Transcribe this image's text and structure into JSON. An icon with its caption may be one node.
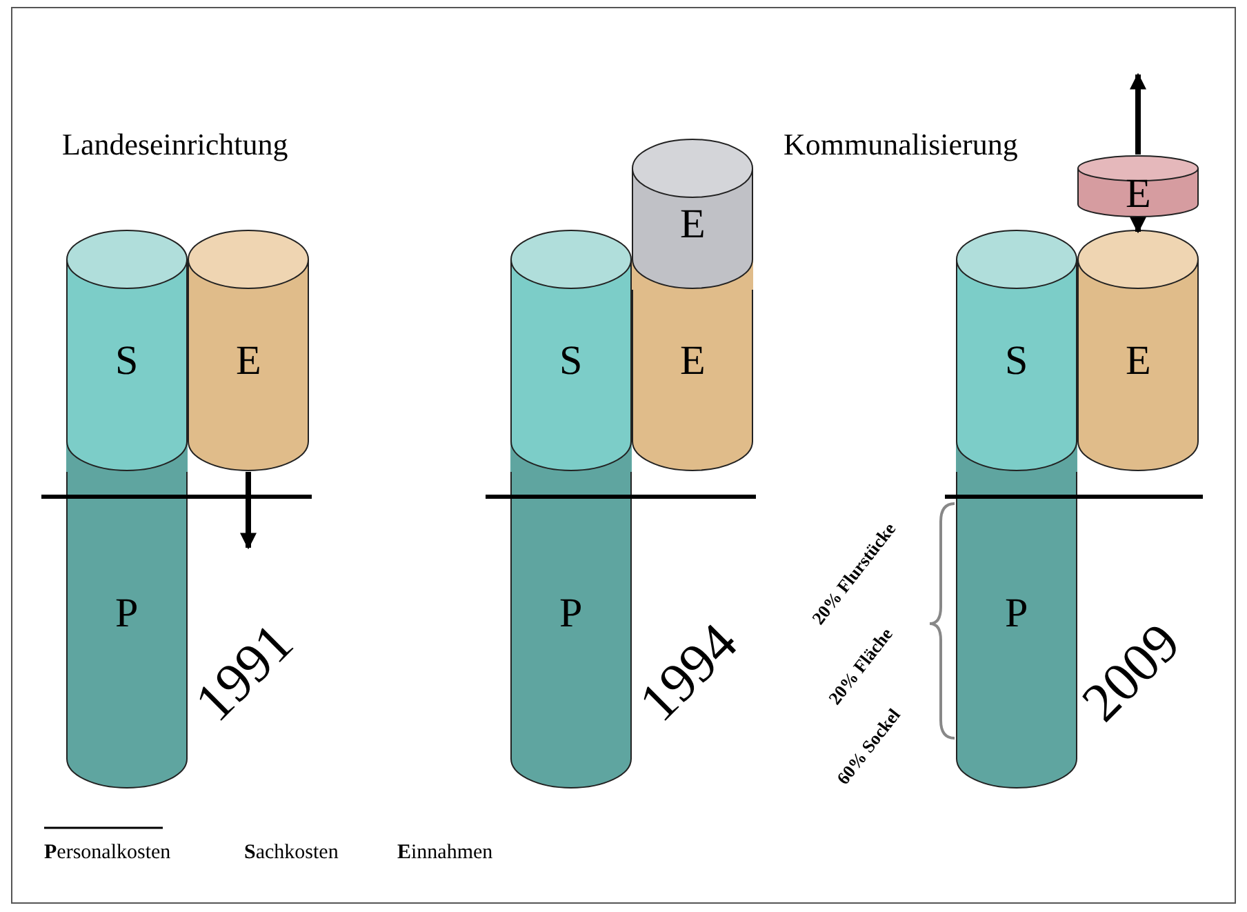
{
  "diagram": {
    "nodes": [
      {
        "text": [
          "S"
        ]
      },
      {
        "text": [
          "E"
        ]
      },
      {
        "text": [
          "P"
        ]
      },
      {
        "text": [
          "E"
        ]
      },
      {
        "text": [
          "S"
        ]
      },
      {
        "text": [
          "E"
        ]
      },
      {
        "text": [
          "P"
        ]
      },
      {
        "text": [
          "E"
        ]
      },
      {
        "text": [
          "S"
        ]
      },
      {
        "text": [
          "E"
        ]
      },
      {
        "text": [
          "P"
        ]
      }
    ],
    "edges": [
      {
        "from": 1,
        "to": null,
        "arrow": "to"
      },
      {
        "from": 7,
        "to": null,
        "arrow": "to"
      },
      {
        "from": 7,
        "to": 9,
        "arrow": "to"
      }
    ],
    "labels": [
      "Landeseinrichtung",
      "Kommunalisierung",
      "1991",
      "1994",
      "2009",
      "20% Flurstücke",
      "20% Fläche",
      "60% Sockel",
      "**P**ersonalkosten",
      "**S**achkosten",
      "**E**innahmen"
    ]
  }
}
